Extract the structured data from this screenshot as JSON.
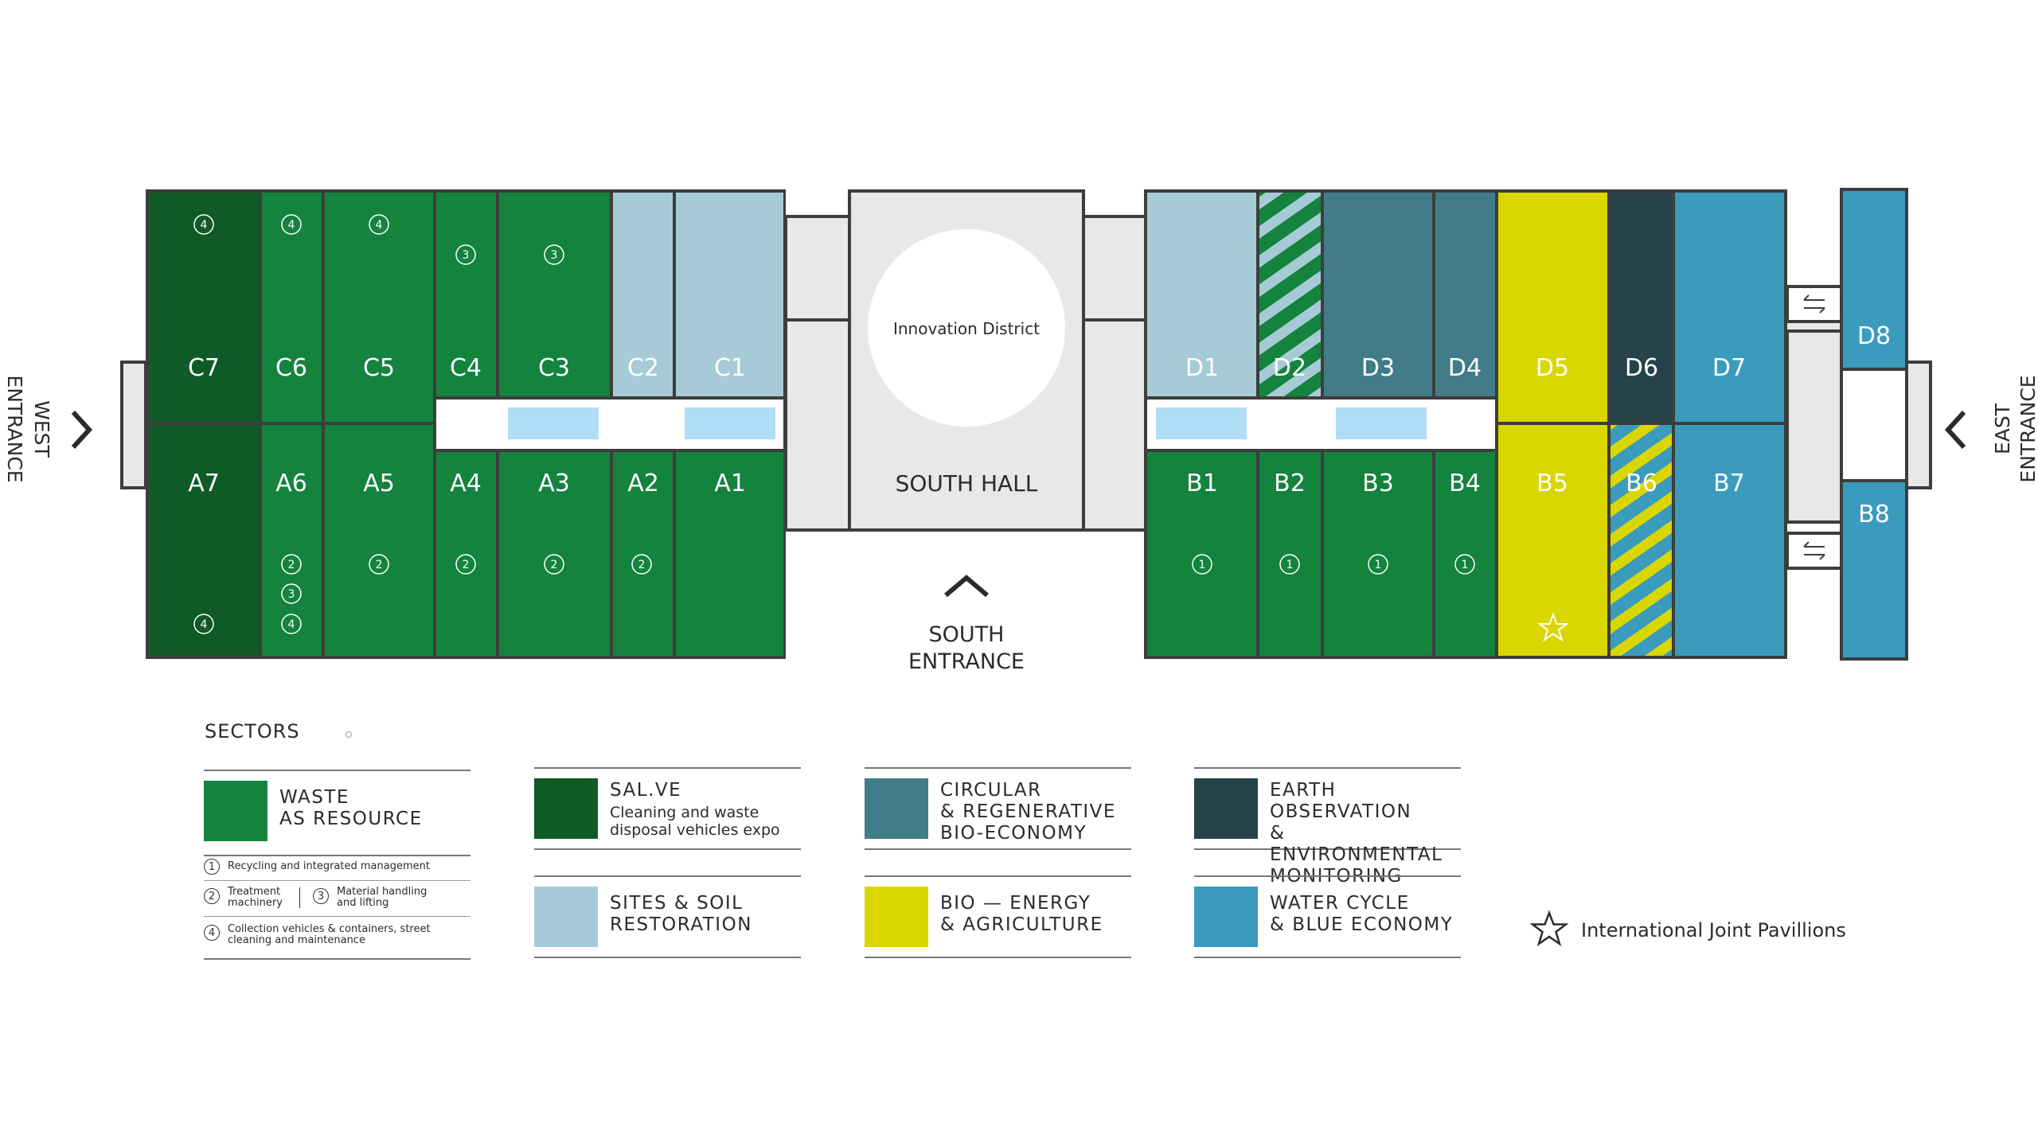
{
  "colors": {
    "waste": "#13833e",
    "salve": "#0f5a26",
    "sites": "#a7cbd6",
    "circular": "#417c88",
    "bio_energy": "#d9d600",
    "earth_obs": "#26434b",
    "water": "#3a9bbd",
    "corridor": "#e8e8e8",
    "outline": "#3d3d3d",
    "walkway_blue": "#b0ddf6"
  },
  "entrances": {
    "west": "WEST\nENTRANCE",
    "west_line1": "WEST",
    "west_line2": "ENTRANCE",
    "east_line1": "EAST",
    "east_line2": "ENTRANCE",
    "south_line1": "SOUTH",
    "south_line2": "ENTRANCE"
  },
  "south_hall": {
    "label": "SOUTH HALL",
    "innovation": "Innovation District"
  },
  "halls": {
    "C7": "C7",
    "C6": "C6",
    "C5": "C5",
    "C4": "C4",
    "C3": "C3",
    "C2": "C2",
    "C1": "C1",
    "A7": "A7",
    "A6": "A6",
    "A5": "A5",
    "A4": "A4",
    "A3": "A3",
    "A2": "A2",
    "A1": "A1",
    "D1": "D1",
    "D2": "D2",
    "D3": "D3",
    "D4": "D4",
    "D5": "D5",
    "D6": "D6",
    "D7": "D7",
    "D8": "D8",
    "B1": "B1",
    "B2": "B2",
    "B3": "B3",
    "B4": "B4",
    "B5": "B5",
    "B6": "B6",
    "B7": "B7",
    "B8": "B8"
  },
  "sub_numbers": {
    "n1": "1",
    "n2": "2",
    "n3": "3",
    "n4": "4"
  },
  "legend": {
    "title": "SECTORS",
    "waste": "WASTE\nAS RESOURCE",
    "waste_notes": {
      "n1": "Recycling and integrated management",
      "n2": "Treatment\nmachinery",
      "n3": "Material handling\nand lifting",
      "n4": "Collection vehicles & containers, street\ncleaning and maintenance"
    },
    "salve_title": "SAL.VE",
    "salve_sub": "Cleaning and waste\ndisposal vehicles expo",
    "sites": "SITES & SOIL\nRESTORATION",
    "circular": "CIRCULAR\n& REGENERATIVE\nBIO-ECONOMY",
    "bio_energy": "BIO — ENERGY\n& AGRICULTURE",
    "earth_obs": "EARTH OBSERVATION\n& ENVIRONMENTAL\nMONITORING",
    "water": "WATER CYCLE\n& BLUE ECONOMY",
    "international": "International Joint Pavillions"
  },
  "icons": {
    "west_arrow": "chevron-right-icon",
    "east_arrow": "chevron-left-icon",
    "south_arrow": "chevron-up-icon",
    "swap": "swap-arrows-icon",
    "star": "star-icon"
  }
}
